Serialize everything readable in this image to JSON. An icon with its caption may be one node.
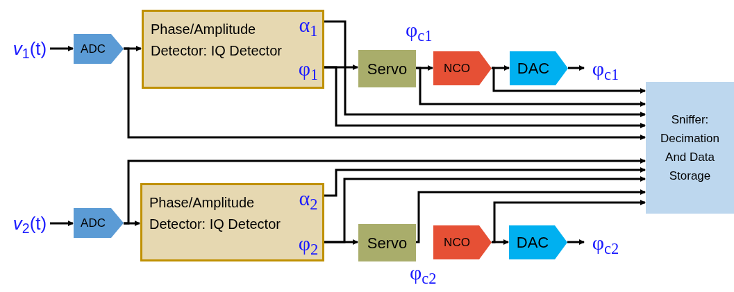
{
  "diagram": {
    "nodes": [
      {
        "text": [
          "*v*$_{1}$(t)"
        ]
      },
      {
        "text": [
          "ADC"
        ]
      },
      {
        "text": [
          "Phase/Amplitude Detector: IQ Detector"
        ]
      },
      {
        "text": [
          "α$_{1}$"
        ],
        "in": 2
      },
      {
        "text": [
          "φ$_{1}$"
        ],
        "in": 2
      },
      {
        "text": [
          "Servo"
        ]
      },
      {
        "text": [
          "NCO"
        ]
      },
      {
        "text": [
          "DAC"
        ]
      },
      {
        "text": [
          "φ$_{c1}$"
        ]
      },
      {
        "text": [
          "Sniffer: Decimation And Data Storage"
        ]
      },
      {
        "text": [
          "*v*$_{2}$(t)"
        ]
      },
      {
        "text": [
          "ADC"
        ]
      },
      {
        "text": [
          "Phase/Amplitude Detector: IQ Detector"
        ]
      },
      {
        "text": [
          "α$_{2}$"
        ],
        "in": 12
      },
      {
        "text": [
          "φ$_{2}$"
        ],
        "in": 12
      },
      {
        "text": [
          "Servo"
        ]
      },
      {
        "text": [
          "NCO"
        ]
      },
      {
        "text": [
          "DAC"
        ]
      },
      {
        "text": [
          "φ$_{c2}$"
        ]
      }
    ],
    "edges": [
      {
        "from": 0,
        "to": 1,
        "arrow": "to"
      },
      {
        "from": 1,
        "to": 2,
        "arrow": "to"
      },
      {
        "from": 1,
        "to": 9,
        "arrow": "to"
      },
      {
        "from": 3,
        "to": 9,
        "arrow": "to"
      },
      {
        "from": 4,
        "to": 5,
        "arrow": "to"
      },
      {
        "from": 4,
        "to": 9,
        "arrow": "to"
      },
      {
        "from": 5,
        "to": 6,
        "arrow": "to"
      },
      {
        "from": 5,
        "to": 9,
        "arrow": "to"
      },
      {
        "from": 6,
        "to": 7,
        "arrow": "to"
      },
      {
        "from": 6,
        "to": 9,
        "arrow": "to"
      },
      {
        "from": 7,
        "to": 8,
        "arrow": "to"
      },
      {
        "from": 10,
        "to": 11,
        "arrow": "to"
      },
      {
        "from": 11,
        "to": 12,
        "arrow": "to"
      },
      {
        "from": 11,
        "to": 9,
        "arrow": "to"
      },
      {
        "from": 13,
        "to": 9,
        "arrow": "to"
      },
      {
        "from": 14,
        "to": 15,
        "arrow": "to"
      },
      {
        "from": 14,
        "to": 9,
        "arrow": "to"
      },
      {
        "from": 15,
        "to": 9,
        "arrow": "to"
      },
      {
        "from": 16,
        "to": 9,
        "arrow": "to"
      },
      {
        "from": 16,
        "to": 17,
        "arrow": "to"
      },
      {
        "from": 17,
        "to": 18,
        "arrow": "to"
      }
    ],
    "labels": [
      "φ$_{c1}$",
      "φ$_{c2}$"
    ]
  }
}
